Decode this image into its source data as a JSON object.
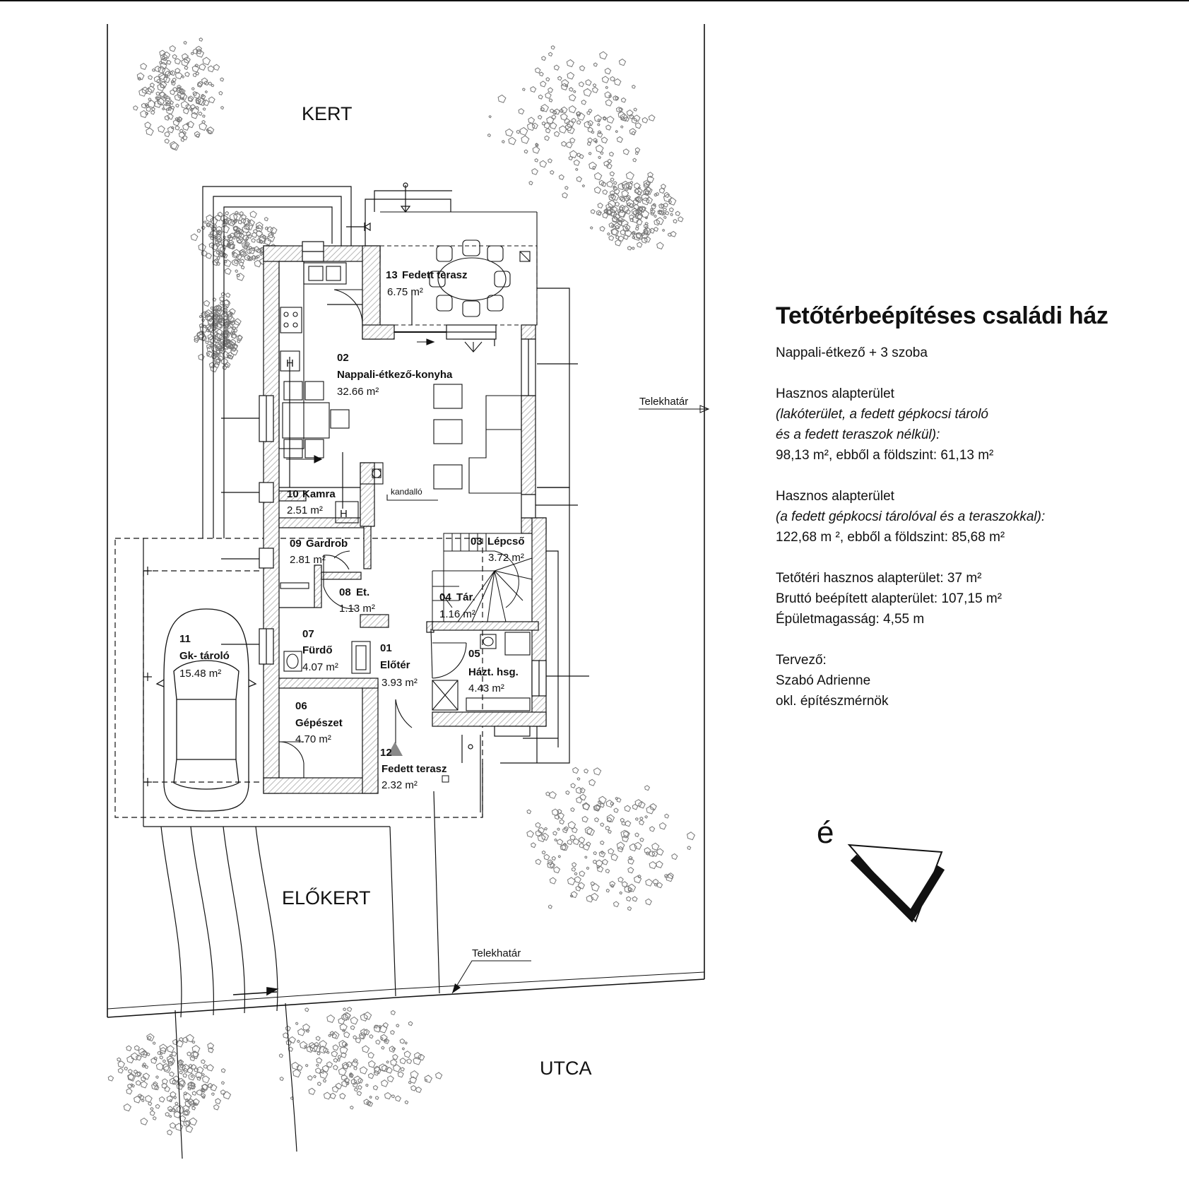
{
  "plan": {
    "zones": {
      "kert": "KERT",
      "elokert": "ELŐKERT",
      "utca": "UTCA"
    },
    "boundary_label": "Telekhatár",
    "fireplace_label": "kandalló",
    "heater_symbol": "H",
    "north_label": "é",
    "rooms": [
      {
        "num": "01",
        "name": "Előtér",
        "area": "3.93 m²"
      },
      {
        "num": "02",
        "name": "Nappali-étkező-konyha",
        "area": "32.66 m²"
      },
      {
        "num": "03",
        "name": "Lépcső",
        "area": "3.72 m²"
      },
      {
        "num": "04",
        "name": "Tár.",
        "area": "1.16 m²"
      },
      {
        "num": "05",
        "name": "Házt. hsg.",
        "area": "4.43 m²"
      },
      {
        "num": "06",
        "name": "Gépészet",
        "area": "4.70 m²"
      },
      {
        "num": "07",
        "name": "Fürdő",
        "area": "4.07 m²"
      },
      {
        "num": "08",
        "name": "Et.",
        "area": "1.13 m²"
      },
      {
        "num": "09",
        "name": "Gardrob",
        "area": "2.81 m²"
      },
      {
        "num": "10",
        "name": "Kamra",
        "area": "2.51 m²"
      },
      {
        "num": "11",
        "name": "Gk- tároló",
        "area": "15.48 m²"
      },
      {
        "num": "12",
        "name": "Fedett terasz",
        "area": "2.32 m²"
      },
      {
        "num": "13",
        "name": "Fedett terasz",
        "area": "6.75 m²"
      }
    ]
  },
  "info": {
    "title": "Tetőtérbeépítéses családi ház",
    "subtitle": "Nappali-étkező + 3 szoba",
    "useful1_label": "Hasznos alapterület",
    "useful1_note_a": "(lakóterület, a fedett gépkocsi tároló",
    "useful1_note_b": "és a fedett teraszok nélkül):",
    "useful1_value": "98,13 m², ebből a földszint: 61,13 m²",
    "useful2_label": "Hasznos alapterület",
    "useful2_note": "(a fedett gépkocsi tárolóval és a teraszokkal):",
    "useful2_value": "122,68 m ², ebből a földszint: 85,68  m²",
    "attic": "Tetőtéri hasznos alapterület: 37 m²",
    "gross": "Bruttó beépített alapterület: 107,15 m²",
    "height": "Épületmagasság: 4,55 m",
    "designer_label": "Tervező:",
    "designer_name": "Szabó Adrienne",
    "designer_title": "okl. építészmérnök"
  },
  "colors": {
    "ink": "#111111",
    "wall_hatch": "#999999",
    "vegetation": "#777777",
    "marker": "#888888"
  }
}
